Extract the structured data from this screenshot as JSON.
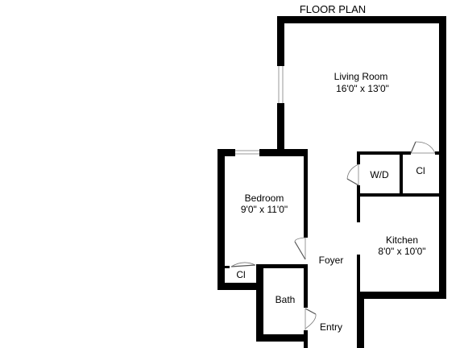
{
  "title": "FLOOR PLAN",
  "rooms": {
    "living": {
      "name": "Living Room",
      "size": "16'0\" x 13'0\""
    },
    "bedroom": {
      "name": "Bedroom",
      "size": "9'0\" x 11'0\""
    },
    "kitchen": {
      "name": "Kitchen",
      "size": "8'0\" x 10'0\""
    },
    "wd": {
      "name": "W/D"
    },
    "closet_living": {
      "name": "Cl"
    },
    "closet_bedroom": {
      "name": "Cl"
    },
    "bath": {
      "name": "Bath"
    },
    "foyer": {
      "name": "Foyer"
    },
    "entry": {
      "name": "Entry"
    }
  },
  "colors": {
    "wall": "#000000",
    "background": "#ffffff",
    "window": "#9a9a9a"
  }
}
